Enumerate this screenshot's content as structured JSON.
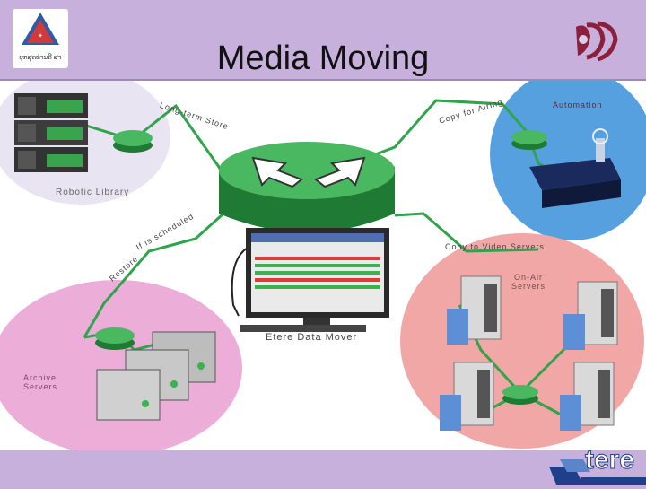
{
  "slide": {
    "title": "Media Moving",
    "logo_left_text": "ບຸກສຸດທ່ານດີ ສາ"
  },
  "diagram": {
    "labels": {
      "robotic_library": "Robotic Library",
      "long_term_store": "Long-term Store",
      "copy_for_airing": "Copy for Airing",
      "automation": "Automation",
      "if_scheduled": "If is scheduled",
      "restore": "Restore",
      "copy_to_video_servers": "Copy to Video Servers",
      "on_air_servers_line1": "On-Air",
      "on_air_servers_line2": "Servers",
      "etere_data_mover": "Etere Data Mover",
      "archive_servers_line1": "Archive",
      "archive_servers_line2": "Servers"
    }
  },
  "brand": {
    "footer_logo_text": "tere"
  },
  "colors": {
    "slide_bg": "#c7b1dc",
    "link_green": "#2fa44a",
    "robotic_bubble": "#e9e4f2",
    "automation_bubble": "#57a0e0",
    "onair_bubble": "#f2a7a7",
    "archive_bubble": "#ecaed9"
  }
}
